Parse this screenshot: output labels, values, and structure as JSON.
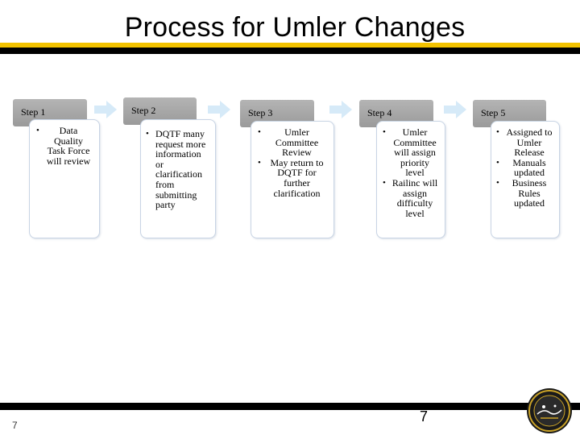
{
  "slide": {
    "title": "Process for Umler Changes",
    "page_number_left": "7",
    "page_number_center": "7"
  },
  "steps": [
    {
      "label": "Step 1",
      "bullets": [
        "Data Quality Task Force will review"
      ]
    },
    {
      "label": "Step 2",
      "bullets": [
        "DQTF many request more information or clarification from submitting party"
      ]
    },
    {
      "label": "Step 3",
      "bullets": [
        "Umler Committee Review",
        "May return to DQTF for further clarification"
      ]
    },
    {
      "label": "Step 4",
      "bullets": [
        "Umler Committee will assign priority level",
        "Railinc will assign difficulty level"
      ]
    },
    {
      "label": "Step 5",
      "bullets": [
        "Assigned to Umler Release",
        "Manuals updated",
        "Business Rules updated"
      ]
    }
  ],
  "colors": {
    "accent": "#f2c200",
    "header_gray": "#a8a8a8",
    "arrow": "#d6eaf8",
    "box_border": "#c8d4e4"
  },
  "icons": {
    "arrow": "right-arrow-icon",
    "seal": "seal-logo"
  }
}
